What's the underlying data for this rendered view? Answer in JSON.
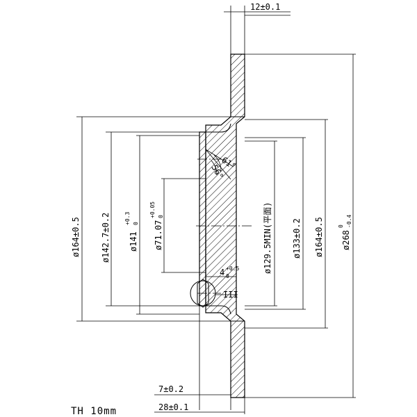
{
  "dimensions": {
    "top_thickness": "12±0.1",
    "offset_7": "7±0.2",
    "offset_28": "28±0.1",
    "d164_left": "ø164±0.5",
    "d142": "ø142.7±0.2",
    "d141_base": "ø141",
    "d141_sup": "+0.3",
    "d141_sub": "0",
    "d71_base": "ø71.07",
    "d71_sup": "+0.05",
    "d71_sub": "0",
    "d129": "ø129.5MIN(平面)",
    "d133": "ø133±0.2",
    "d164_right": "ø164±0.5",
    "d268_base": "ø268",
    "d268_sup": "0",
    "d268_sub": "-0.4",
    "depth_base": "4",
    "depth_sup": "+0.5",
    "depth_sub": "0",
    "angle_61": "61°",
    "angle_56": "56°",
    "detail_label": "III"
  },
  "thickness_note": "TH 10mm"
}
